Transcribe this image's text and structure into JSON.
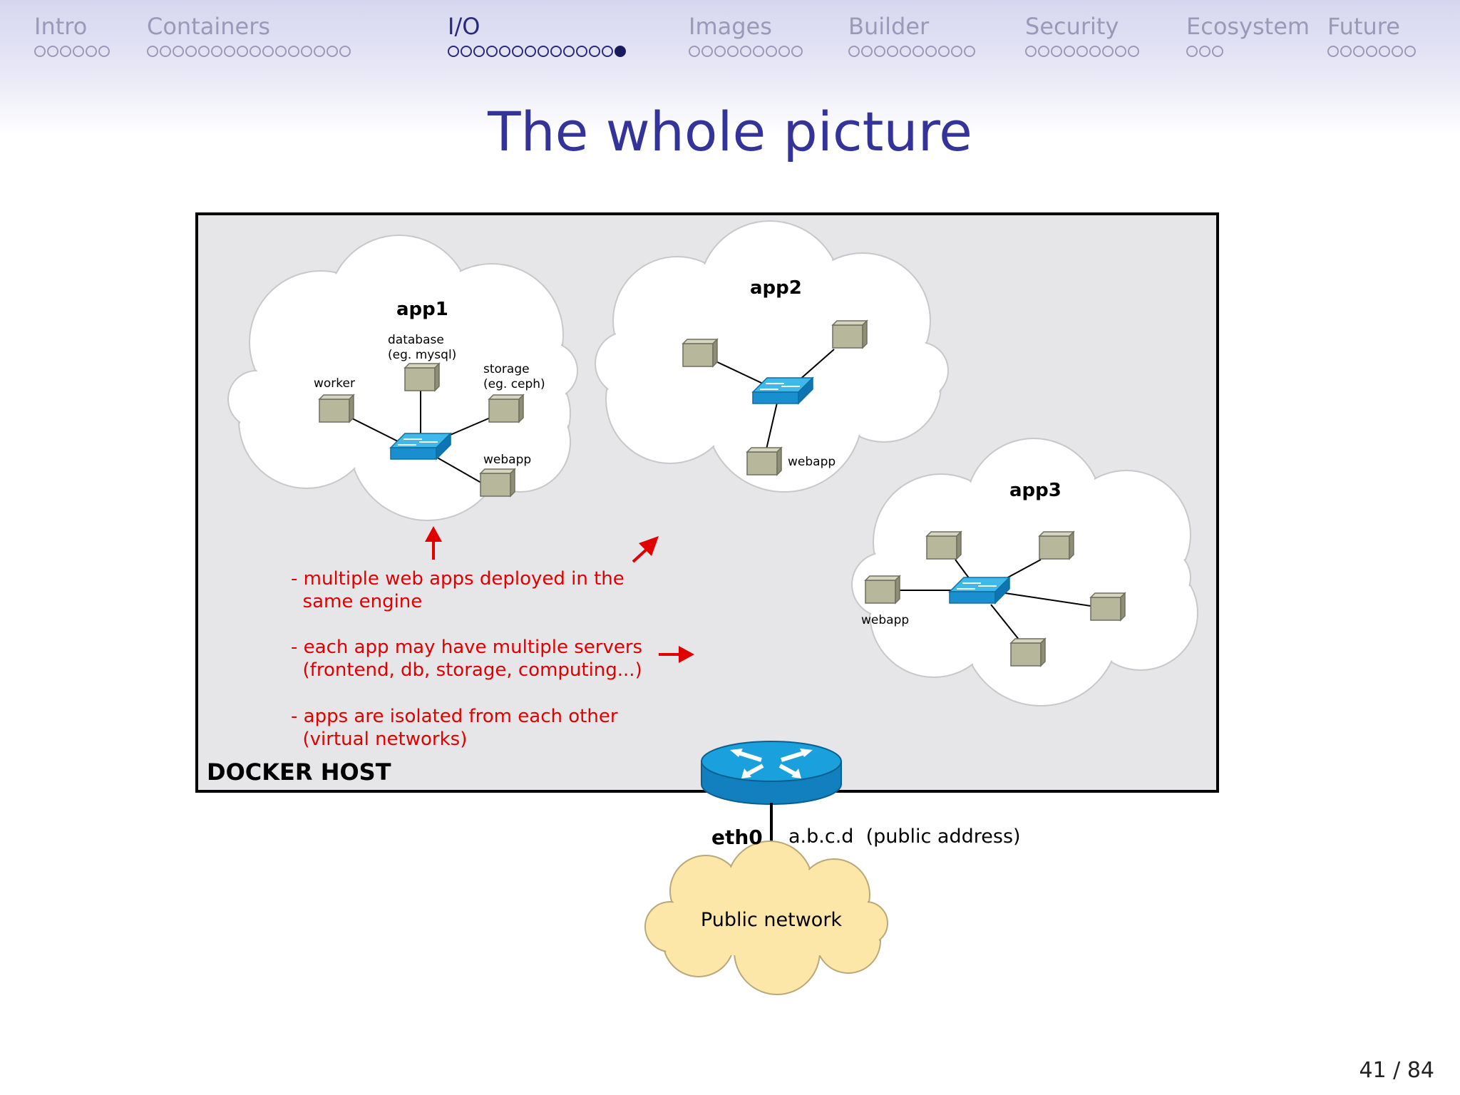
{
  "nav": {
    "sections": [
      {
        "label": "Intro",
        "dots": 6,
        "filled": -1,
        "active": false
      },
      {
        "label": "Containers",
        "dots": 16,
        "filled": -1,
        "active": false
      },
      {
        "label": "I/O",
        "dots": 14,
        "filled": 13,
        "active": true
      },
      {
        "label": "Images",
        "dots": 9,
        "filled": -1,
        "active": false
      },
      {
        "label": "Builder",
        "dots": 10,
        "filled": -1,
        "active": false
      },
      {
        "label": "Security",
        "dots": 9,
        "filled": -1,
        "active": false
      },
      {
        "label": "Ecosystem",
        "dots": 3,
        "filled": -1,
        "active": false
      },
      {
        "label": "Future",
        "dots": 7,
        "filled": -1,
        "active": false
      }
    ]
  },
  "slide": {
    "title": "The whole picture",
    "page": "41 / 84"
  },
  "diagram": {
    "host_label": "DOCKER HOST",
    "app1": {
      "name": "app1",
      "database": [
        "database",
        "(eg. mysql)"
      ],
      "storage": [
        "storage",
        "(eg. ceph)"
      ],
      "worker": "worker",
      "webapp": "webapp"
    },
    "app2": {
      "name": "app2",
      "webapp": "webapp"
    },
    "app3": {
      "name": "app3",
      "webapp": "webapp"
    },
    "notes": [
      [
        "- multiple web apps deployed in the",
        "  same engine"
      ],
      [
        "- each app may have multiple servers",
        "  (frontend, db, storage, computing...)"
      ],
      [
        "- apps are isolated from each other",
        "  (virtual networks)"
      ]
    ],
    "interface": "eth0",
    "public_address": "a.b.c.d  (public address)",
    "public_network": "Public network",
    "colors": {
      "host_bg": "#e6e6e8",
      "cloud": "#ffffff",
      "public_cloud": "#fde7a8",
      "switch": "#1aa0dc",
      "server": "#b7b79c",
      "note_red": "#e00000"
    }
  }
}
